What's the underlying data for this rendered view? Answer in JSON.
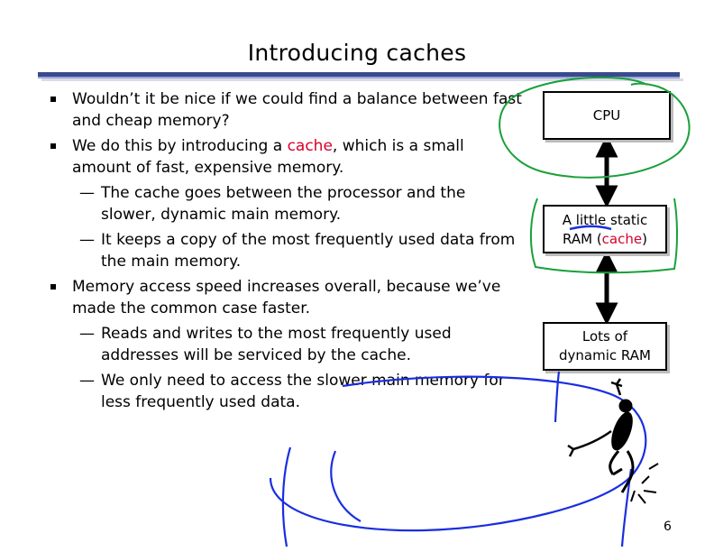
{
  "slide": {
    "title": "Introducing caches",
    "page_number": "6"
  },
  "bullets": {
    "b1": "Wouldn’t it be nice if we could find a balance between fast and cheap memory?",
    "b2_pre": "We do this by introducing a ",
    "b2_cache": "cache",
    "b2_post": ", which is a small amount of fast, expensive memory.",
    "b2_sub1": "The cache goes between the processor and the slower, dynamic main memory.",
    "b2_sub2": "It keeps a copy of the most frequently used data from the main memory.",
    "b3": "Memory access speed increases overall, because we’ve made the common case faster.",
    "b3_sub1": "Reads and writes to the most frequently used addresses will be serviced by the cache.",
    "b3_sub2": "We only need to access the slower main memory for less frequently used data.",
    "dash": "—"
  },
  "diagram": {
    "cpu": "CPU",
    "sram_line1": "A little static",
    "sram_line2_pre": "RAM (",
    "sram_line2_cache": "cache",
    "sram_line2_post": ")",
    "dram_line1": "Lots of",
    "dram_line2": "dynamic RAM"
  },
  "colors": {
    "accent_red": "#d8002a",
    "title_rule": "#3a4a8f",
    "ink_green": "#1aa03a",
    "ink_blue": "#1a2ee0"
  }
}
